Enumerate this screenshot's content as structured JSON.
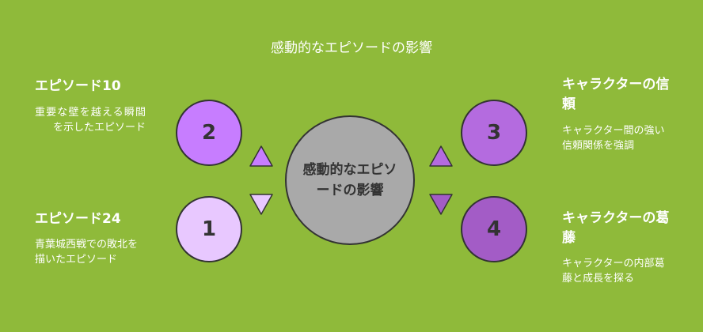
{
  "title": "感動的なエピソードの影響",
  "center": {
    "label": "感動的なエピソードの影響",
    "color": "#a9a9a9"
  },
  "items": [
    {
      "number": "2",
      "title": "エピソード10",
      "desc": "重要な壁を越える瞬間を示したエピソード",
      "color": "#c77dff"
    },
    {
      "number": "1",
      "title": "エピソード24",
      "desc": "青葉城西戦での敗北を描いたエピソード",
      "color": "#e8c8ff"
    },
    {
      "number": "3",
      "title": "キャラクターの信頼",
      "desc": "キャラクター間の強い信頼関係を強調",
      "color": "#b46bdf"
    },
    {
      "number": "4",
      "title": "キャラクターの葛藤",
      "desc": "キャラクターの内部葛藤と成長を探る",
      "color": "#a35cc6"
    }
  ],
  "colors": {
    "background": "#8fba3a",
    "outline": "#333333"
  }
}
